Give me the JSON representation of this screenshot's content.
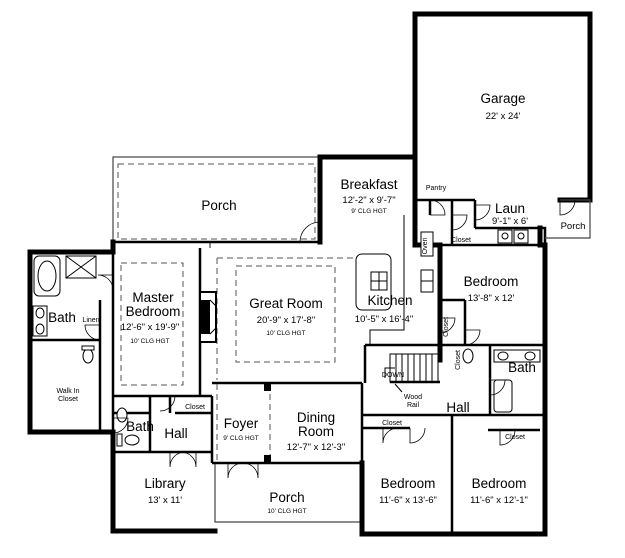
{
  "rooms": {
    "garage": {
      "name": "Garage",
      "dim": "22' x 24'"
    },
    "breakfast": {
      "name": "Breakfast",
      "dim": "12'-2\" x 9'-7\"",
      "clg": "9' CLG HGT"
    },
    "porch_rear": {
      "name": "Porch"
    },
    "laun": {
      "name": "Laun",
      "dim": "9'-1\" x 6'"
    },
    "porch_side": {
      "name": "Porch"
    },
    "pantry": {
      "name": "Pantry"
    },
    "closet_laun": {
      "name": "Closet"
    },
    "oven": {
      "name": "Oven"
    },
    "bedroom_ne": {
      "name": "Bedroom",
      "dim": "13'-8\" x 12'"
    },
    "master": {
      "name1": "Master",
      "name2": "Bedroom",
      "dim": "12'-6\" x 19'-9\"",
      "clg": "10' CLG HGT"
    },
    "bath_master": {
      "name": "Bath"
    },
    "linen": {
      "name": "Linen"
    },
    "walkin": {
      "name1": "Walk In",
      "name2": "Closet"
    },
    "great_room": {
      "name": "Great Room",
      "dim": "20'-9\" x 17'-8\"",
      "clg": "10' CLG HGT"
    },
    "kitchen": {
      "name": "Kitchen",
      "dim": "10'-5\" x 16'-4\""
    },
    "closet_bed_ne": {
      "name": "Closet"
    },
    "closet_hall": {
      "name": "Closet"
    },
    "bath_east": {
      "name": "Bath"
    },
    "downy": {
      "name": "DOWN"
    },
    "wood_rail": {
      "name1": "Wood",
      "name2": "Rail"
    },
    "hall_east": {
      "name": "Hall"
    },
    "closet_foyer": {
      "name": "Closet"
    },
    "foyer": {
      "name": "Foyer",
      "clg": "9' CLG HGT"
    },
    "dining": {
      "name1": "Dining",
      "name2": "Room",
      "dim": "12'-7\" x 12'-3\""
    },
    "bath_west": {
      "name": "Bath"
    },
    "hall_west": {
      "name": "Hall"
    },
    "library": {
      "name": "Library",
      "dim": "13' x 11'"
    },
    "porch_front": {
      "name": "Porch",
      "clg": "10' CLG HGT"
    },
    "bedroom_s1": {
      "name": "Bedroom",
      "dim": "11'-6\" x 13'-6\""
    },
    "bedroom_s2": {
      "name": "Bedroom",
      "dim": "11'-6\" x 12'-1\""
    },
    "closet_s1": {
      "name": "Closet"
    },
    "closet_s2": {
      "name": "Closet"
    }
  }
}
